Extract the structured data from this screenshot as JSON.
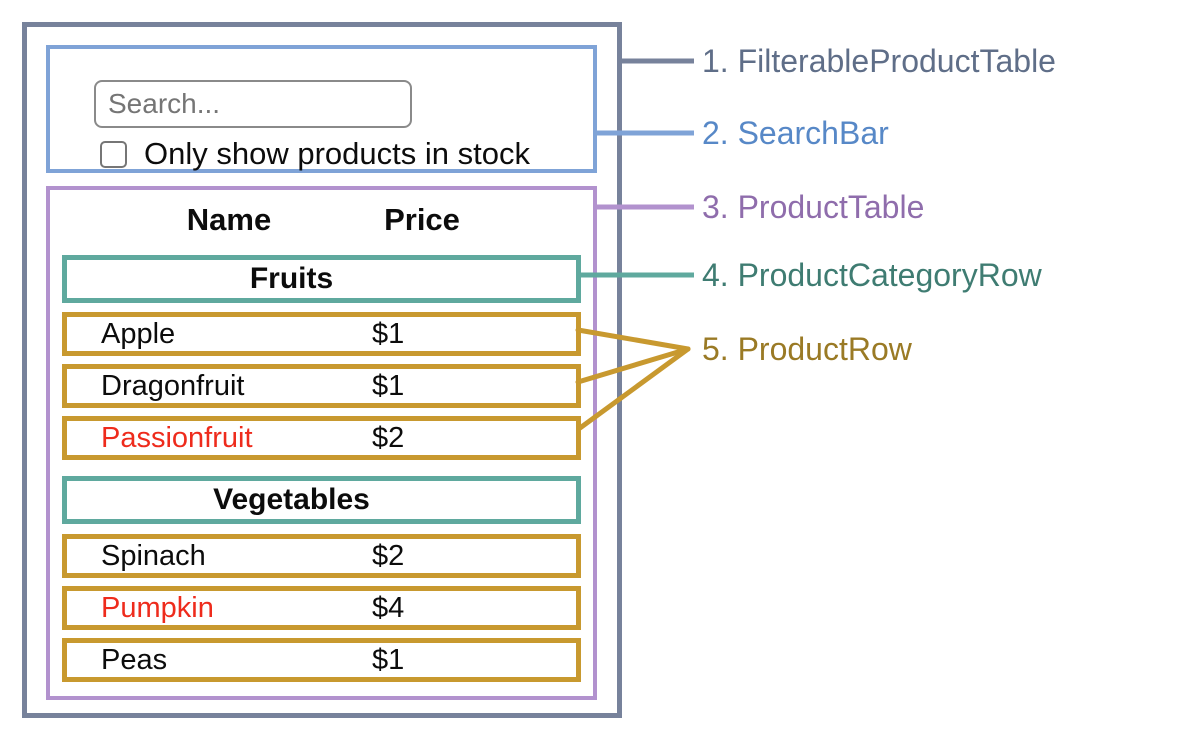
{
  "colors": {
    "filterable_product_table_border": "#77829B",
    "search_bar_border": "#7FA3D7",
    "product_table_border": "#B292CE",
    "product_category_row_border": "#5FA99E",
    "product_row_border": "#C8992F",
    "out_of_stock_text": "#EE2B1C",
    "label_1_text": "#5F6E88",
    "label_2_text": "#5788C7",
    "label_3_text": "#8F6DAC",
    "label_4_text": "#3F7C72",
    "label_5_text": "#9A7A25"
  },
  "search_bar": {
    "input_placeholder": "Search...",
    "checkbox_label": "Only show products in stock",
    "checkbox_checked": false
  },
  "product_table": {
    "headers": {
      "name": "Name",
      "price": "Price"
    },
    "sections": [
      {
        "category": "Fruits",
        "rows": [
          {
            "name": "Apple",
            "price": "$1",
            "out_of_stock": false
          },
          {
            "name": "Dragonfruit",
            "price": "$1",
            "out_of_stock": false
          },
          {
            "name": "Passionfruit",
            "price": "$2",
            "out_of_stock": true
          }
        ]
      },
      {
        "category": "Vegetables",
        "rows": [
          {
            "name": "Spinach",
            "price": "$2",
            "out_of_stock": false
          },
          {
            "name": "Pumpkin",
            "price": "$4",
            "out_of_stock": true
          },
          {
            "name": "Peas",
            "price": "$1",
            "out_of_stock": false
          }
        ]
      }
    ]
  },
  "annotations": [
    {
      "text": "1. FilterableProductTable"
    },
    {
      "text": "2. SearchBar"
    },
    {
      "text": "3. ProductTable"
    },
    {
      "text": "4. ProductCategoryRow"
    },
    {
      "text": "5. ProductRow"
    }
  ]
}
